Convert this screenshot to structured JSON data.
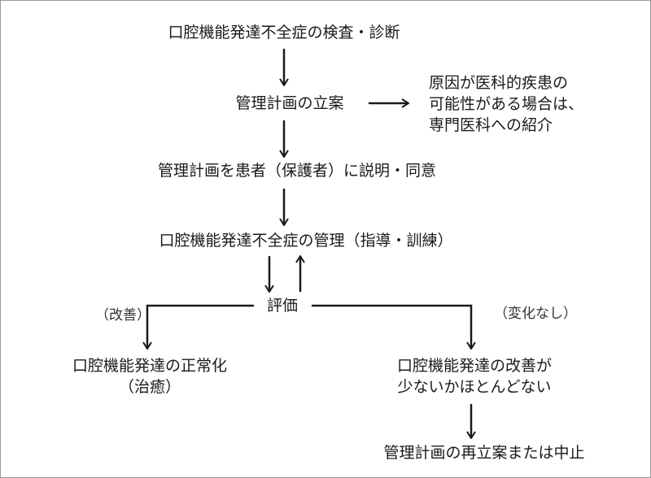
{
  "diagram": {
    "step1": "口腔機能発達不全症の検査・診断",
    "step2": "管理計画の立案",
    "side_note": [
      "原因が医科的疾患の",
      "可能性がある場合は、",
      "専門医科への紹介"
    ],
    "step3": "管理計画を患者（保護者）に説明・同意",
    "step4": "口腔機能発達不全症の管理（指導・訓練）",
    "evaluation": "評価",
    "branch_left": {
      "tag": "（改善）",
      "result": [
        "口腔機能発達の正常化",
        "（治癒）"
      ]
    },
    "branch_right": {
      "tag": "（変化なし）",
      "result": [
        "口腔機能発達の改善が",
        "少ないかほとんどない"
      ],
      "next": "管理計画の再立案または中止"
    }
  },
  "colors": {
    "line": "#1a1a1a",
    "border": "#9a9a9a",
    "background": "#ffffff"
  }
}
